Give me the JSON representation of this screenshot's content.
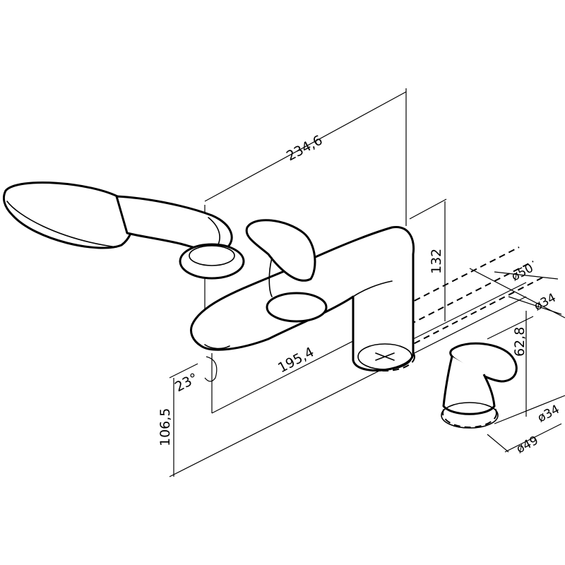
{
  "dimensions": {
    "overall_length": "234,6",
    "spout_reach": "195,4",
    "spout_height": "132",
    "handle_height": "62,8",
    "base_height": "106,5",
    "spout_angle": "23°",
    "hole_diameter_large": "ø50",
    "hole_diameter_small_right": "ø34",
    "hole_diameter_small_front": "ø34",
    "base_diameter": "ø49"
  },
  "colors": {
    "line": "#000000",
    "background": "#ffffff"
  }
}
